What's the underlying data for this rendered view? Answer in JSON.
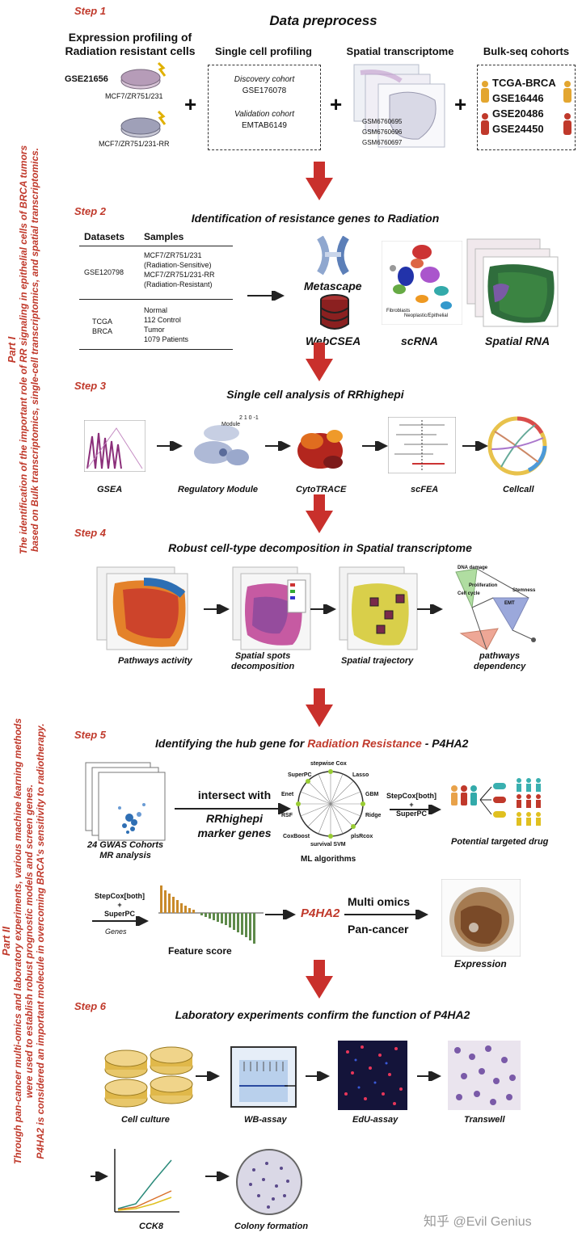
{
  "colors": {
    "accent_red": "#c0392b",
    "dark_arrow": "#c9302c",
    "text": "#111111"
  },
  "side_labels": {
    "part1_title": "Part I",
    "part1_line1": "The identification of the important role of RR signaling in epithelial cells of BRCA tumors",
    "part1_line2": "based on Bulk transcriptomics, single-cell transcriptomics, and spatial transcriptomics.",
    "part2_title": "Part II",
    "part2_line1": "Through pan-cancer multi-omics and laboratory experiments, various machine learning methods",
    "part2_line2": "were used to establish robust prognostic models and screen genes.",
    "part2_line3": "P4HA2 is considered an important molecule in overcoming BRCA's sensitivity to radiotherapy."
  },
  "step1": {
    "label": "Step 1",
    "title": "Data preprocess",
    "expr_header_line1": "Expression profiling of",
    "expr_header_line2": "Radiation resistant cells",
    "gse": "GSE21656",
    "cell1": "MCF7/ZR751/231",
    "cell2": "MCF7/ZR751/231-RR",
    "sc_header": "Single cell profiling",
    "discovery": "Discovery cohort",
    "discovery_id": "GSE176078",
    "validation": "Validation cohort",
    "validation_id": "EMTAB6149",
    "spatial_header": "Spatial transcriptome",
    "gsm1": "GSM6760695",
    "gsm2": "GSM6760696",
    "gsm3": "GSM6760697",
    "bulk_header": "Bulk-seq cohorts",
    "bulk1": "TCGA-BRCA",
    "bulk2": "GSE16446",
    "bulk3": "GSE20486",
    "bulk4": "GSE24450",
    "plus": "+"
  },
  "step2": {
    "label": "Step 2",
    "title": "Identification of resistance genes to Radiation",
    "col1": "Datasets",
    "col2": "Samples",
    "ds1": "GSE120798",
    "s1a": "MCF7/ZR751/231",
    "s1b": "(Radiation-Sensitive)",
    "s1c": "MCF7/ZR751/231-RR",
    "s1d": "(Radiation-Resistant)",
    "ds2a": "TCGA",
    "ds2b": "BRCA",
    "s2a": "Normal",
    "s2b": "112 Control",
    "s2c": "Tumor",
    "s2d": "1079 Patients",
    "metascape": "Metascape",
    "webcsea": "WebCSEA",
    "scrna": "scRNA",
    "spatial": "Spatial RNA",
    "umap_lbl1": "Fibroblasts",
    "umap_lbl2": "Neoplastic/Epithelial"
  },
  "step3": {
    "label": "Step 3",
    "title": "Single cell analysis of RRhighepi",
    "gsea": "GSEA",
    "module": "Regulatory Module",
    "module_legend": "2  1  0 -1",
    "module_key": "Module",
    "cytotrace": "CytoTRACE",
    "scfea": "scFEA",
    "cellcall": "Cellcall"
  },
  "step4": {
    "label": "Step 4",
    "title": "Robust cell-type decomposition in Spatial transcriptome",
    "pathways": "Pathways activity",
    "decomp1": "Spatial spots",
    "decomp2": "decomposition",
    "trajectory": "Spatial trajectory",
    "dep1": "pathways",
    "dep2": "dependency",
    "net1": "DNA damage",
    "net2": "Proliferation",
    "net3": "Cell cycle",
    "net4": "Stemness",
    "net5": "EMT"
  },
  "step5": {
    "label": "Step 5",
    "title_a": "Identifying the hub gene for ",
    "title_b": "Radiation Resistance",
    "title_c": " - P4HA2",
    "gwas1": "24 GWAS Cohorts",
    "gwas2": "MR analysis",
    "intersect1": "intersect with",
    "intersect2": "RRhighepi",
    "intersect3": "marker genes",
    "ml": "ML algorithms",
    "algos": [
      "stepwise Cox",
      "Lasso",
      "GBM",
      "Ridge",
      "plsRcox",
      "survival SVM",
      "CoxBoost",
      "RSF",
      "Enet",
      "SuperPC"
    ],
    "stepcox": "StepCox[both]",
    "plus_sign": "+",
    "superpc": "SuperPC",
    "drug": "Potential targeted drug",
    "genes": "Genes",
    "feature": "Feature score",
    "gene": "P4HA2",
    "multi": "Multi omics",
    "pan": "Pan-cancer",
    "expression": "Expression"
  },
  "step6": {
    "label": "Step 6",
    "title": "Laboratory experiments confirm the function of P4HA2",
    "culture": "Cell culture",
    "wb": "WB-assay",
    "edu": "EdU-assay",
    "transwell": "Transwell",
    "cck8": "CCK8",
    "colony": "Colony formation"
  },
  "watermark": "知乎 @Evil Genius"
}
